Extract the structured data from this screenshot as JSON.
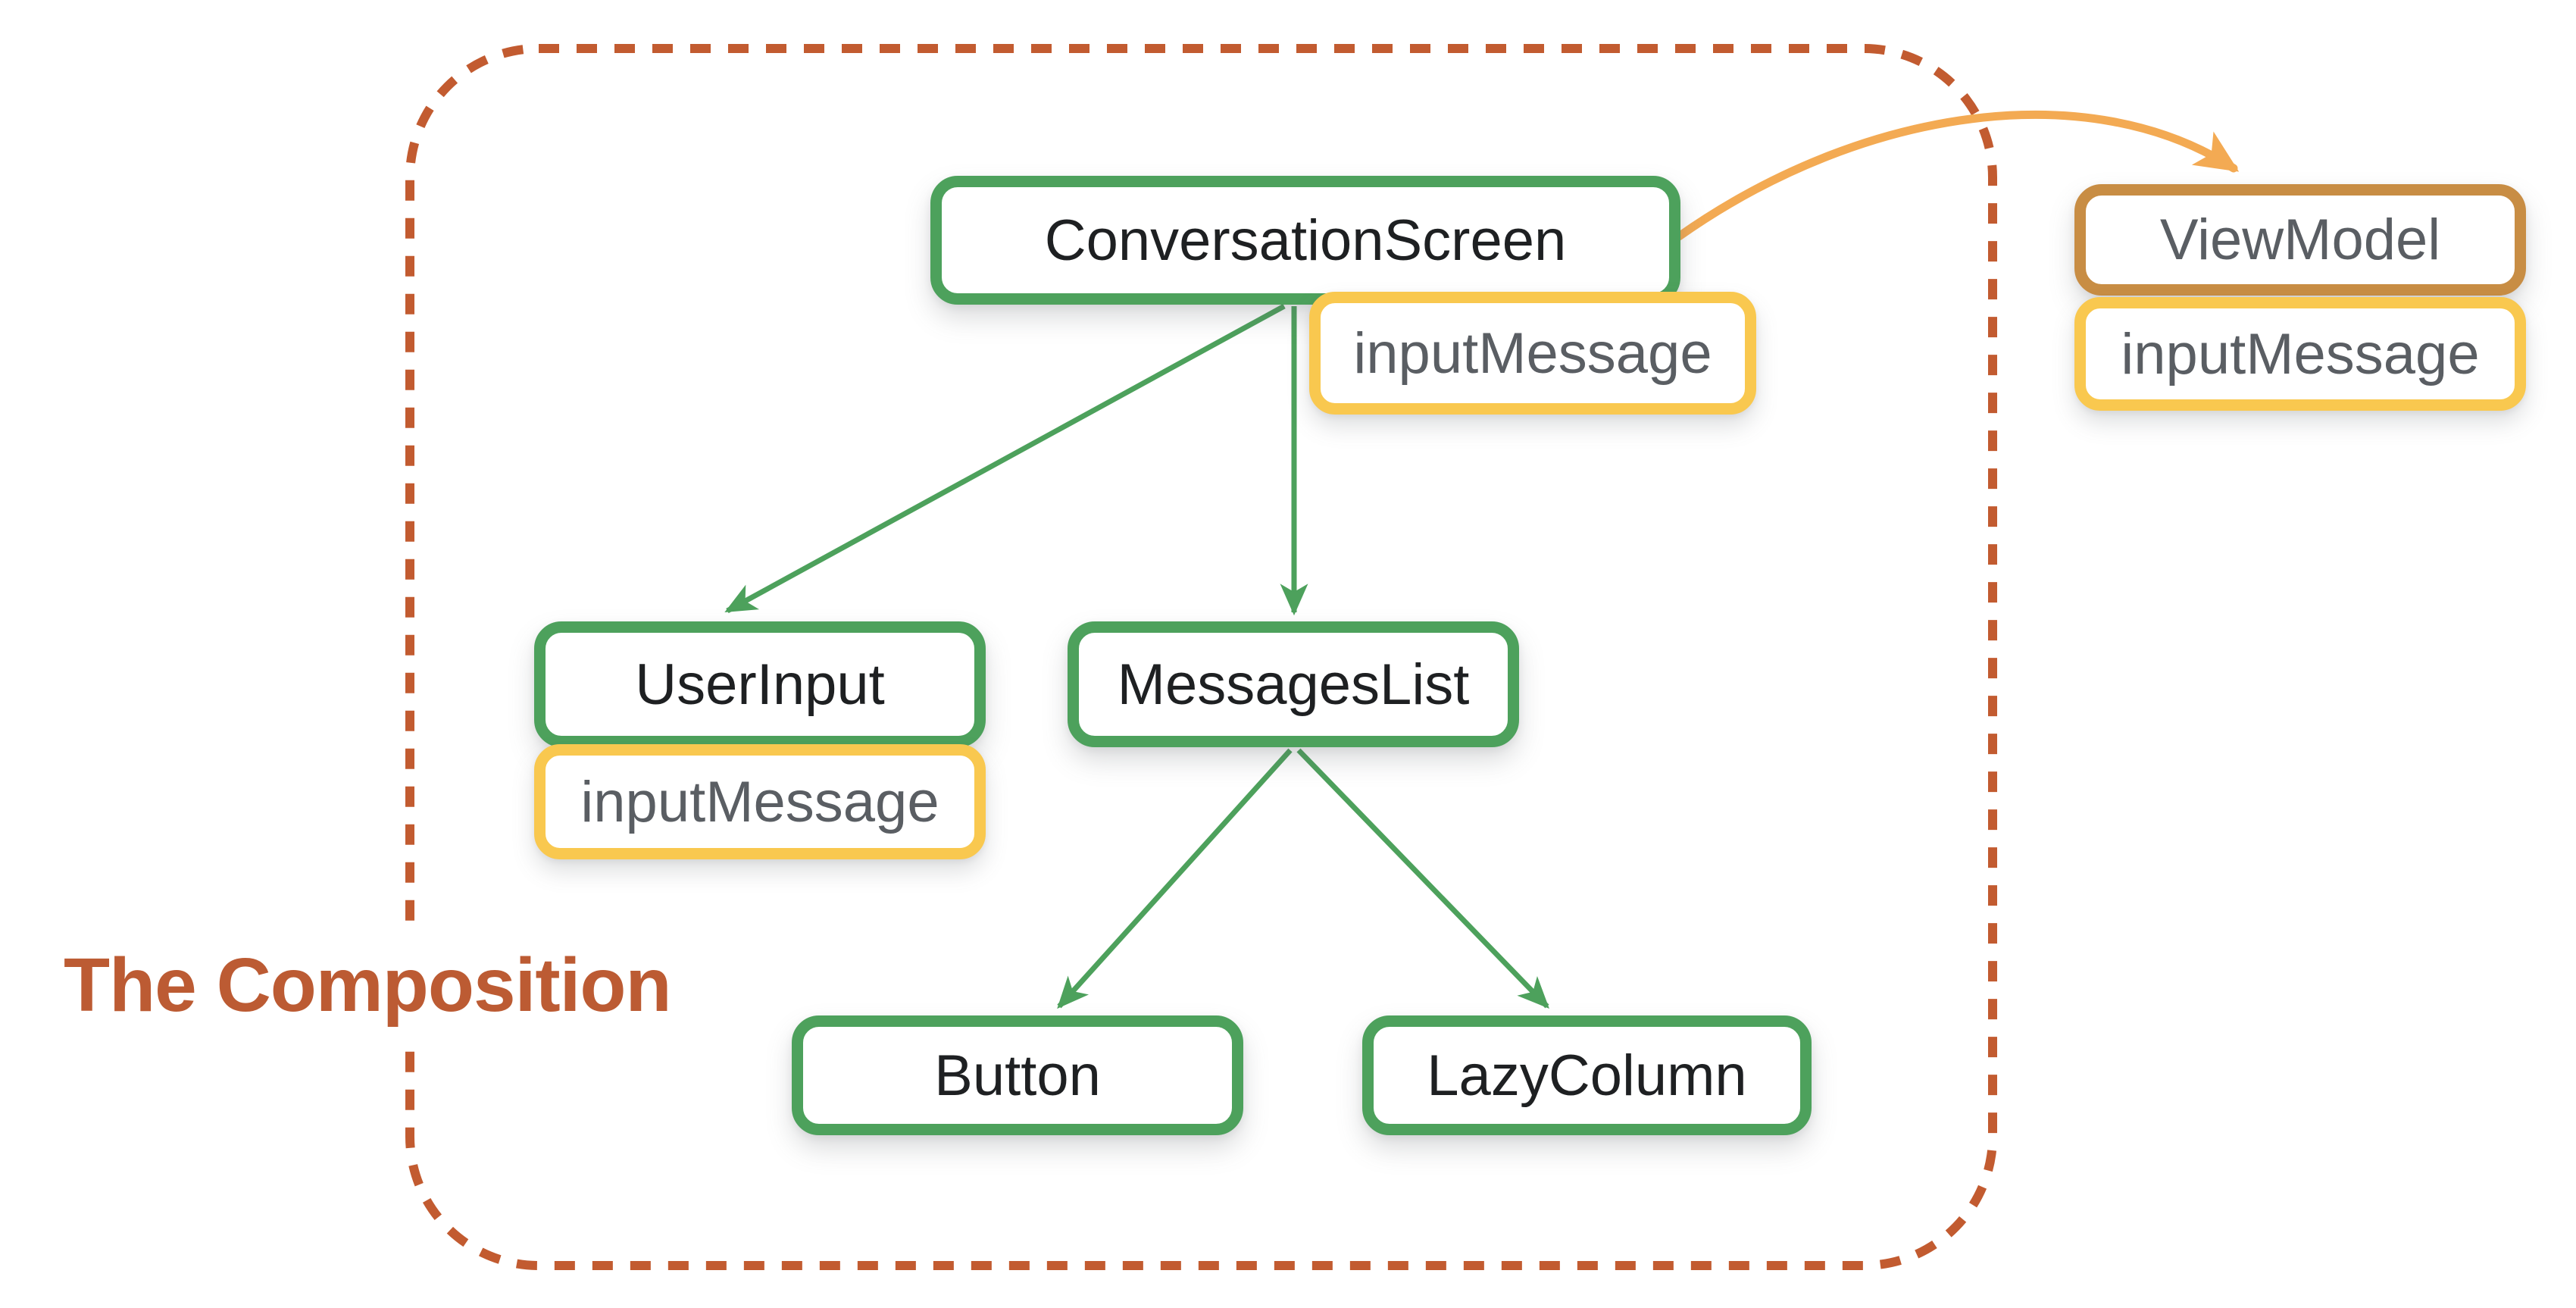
{
  "title": {
    "label": "The Composition"
  },
  "colors": {
    "green": "#4DA15C",
    "yellow": "#F9C84F",
    "tan": "#C88D44",
    "orange": "#F3AA53",
    "rust": "#C25B30",
    "title-rust": "#BC5B33",
    "gray-text": "#5A5E63",
    "dark-text": "#1E2022"
  },
  "nodes": {
    "conversation_screen": {
      "label": "ConversationScreen",
      "kind": "composable"
    },
    "conversation_screen_state": {
      "label": "inputMessage",
      "kind": "state"
    },
    "user_input": {
      "label": "UserInput",
      "kind": "composable"
    },
    "user_input_state": {
      "label": "inputMessage",
      "kind": "state"
    },
    "messages_list": {
      "label": "MessagesList",
      "kind": "composable"
    },
    "button": {
      "label": "Button",
      "kind": "composable"
    },
    "lazy_column": {
      "label": "LazyColumn",
      "kind": "composable"
    },
    "view_model": {
      "label": "ViewModel",
      "kind": "viewmodel"
    },
    "view_model_state": {
      "label": "inputMessage",
      "kind": "state"
    }
  },
  "edges": [
    {
      "from": "ConversationScreen",
      "to": "UserInput",
      "color": "green"
    },
    {
      "from": "ConversationScreen",
      "to": "MessagesList",
      "color": "green"
    },
    {
      "from": "MessagesList",
      "to": "Button",
      "color": "green"
    },
    {
      "from": "MessagesList",
      "to": "LazyColumn",
      "color": "green"
    },
    {
      "from": "ConversationScreen",
      "to": "ViewModel",
      "color": "orange"
    }
  ],
  "boundary": {
    "label_region": "The Composition",
    "style": "dashed-rounded-rect"
  }
}
